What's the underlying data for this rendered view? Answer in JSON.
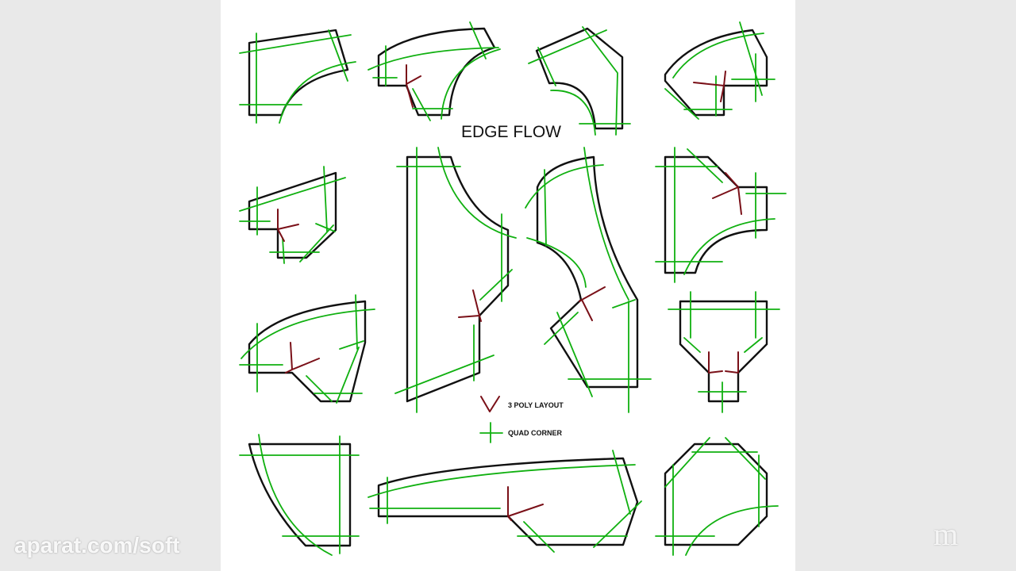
{
  "diagram": {
    "title": "EDGE FLOW",
    "legend": [
      {
        "label": "3 POLY LAYOUT",
        "icon": "three-poly-icon",
        "color": "#7a1018"
      },
      {
        "label": "QUAD CORNER",
        "icon": "quad-corner-icon",
        "color": "#10b010"
      }
    ],
    "colors": {
      "outline": "#111111",
      "flow": "#10b010",
      "pole": "#7a1018"
    }
  },
  "watermark": {
    "text": "aparat.com/soft",
    "mark": "m"
  }
}
